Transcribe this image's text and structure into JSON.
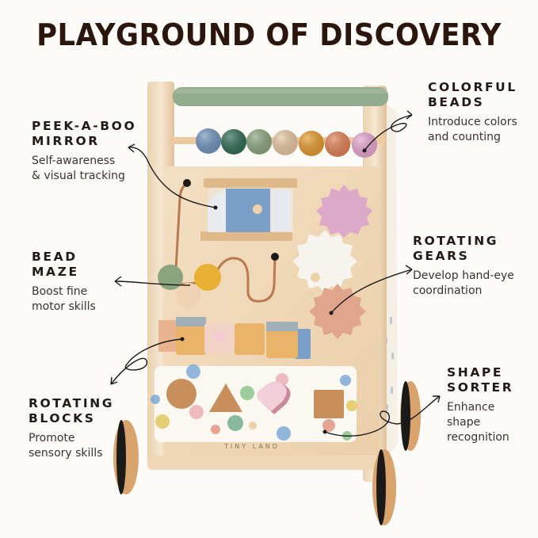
{
  "title": "PLAYGROUND OF DISCOVERY",
  "brand": "TINY LAND",
  "callouts": {
    "peek_a_boo_mirror": {
      "head_line1": "PEEK-A-BOO",
      "head_line2": "MIRROR",
      "desc_line1": "Self-awareness",
      "desc_line2": "& visual tracking"
    },
    "colorful_beads": {
      "head_line1": "COLORFUL",
      "head_line2": "BEADS",
      "desc_line1": "Introduce colors",
      "desc_line2": "and counting"
    },
    "bead_maze": {
      "head_line1": "BEAD",
      "head_line2": "MAZE",
      "desc_line1": "Boost fine",
      "desc_line2": "motor skills"
    },
    "rotating_gears": {
      "head_line1": "ROTATING",
      "head_line2": "GEARS",
      "desc_line1": "Develop hand-eye",
      "desc_line2": "coordination"
    },
    "rotating_blocks": {
      "head_line1": "ROTATING",
      "head_line2": "BLOCKS",
      "desc_line1": "Promote",
      "desc_line2": "sensory skills"
    },
    "shape_sorter": {
      "head_line1": "SHAPE",
      "head_line2": "SORTER",
      "desc_line1": "Enhance",
      "desc_line2": "shape",
      "desc_line3": "recognition"
    }
  },
  "colors": {
    "background": "#fdfbf7",
    "title": "#2b160e",
    "wood_light": "#f1dcc0",
    "wood_mid": "#e3c39b",
    "handle_green": "#93ac8e",
    "bead_colors": [
      "#6f93bb",
      "#2f6b55",
      "#8aa57e",
      "#e6c5a2",
      "#e49a2d",
      "#e08155",
      "#e5a6cf"
    ],
    "gear_pink": "#dcaac8",
    "gear_white": "#f7f4ee",
    "gear_terracotta": "#e0a58a",
    "mirror_blue": "#7a9fc8",
    "wheel_tire": "#1c1a18"
  }
}
